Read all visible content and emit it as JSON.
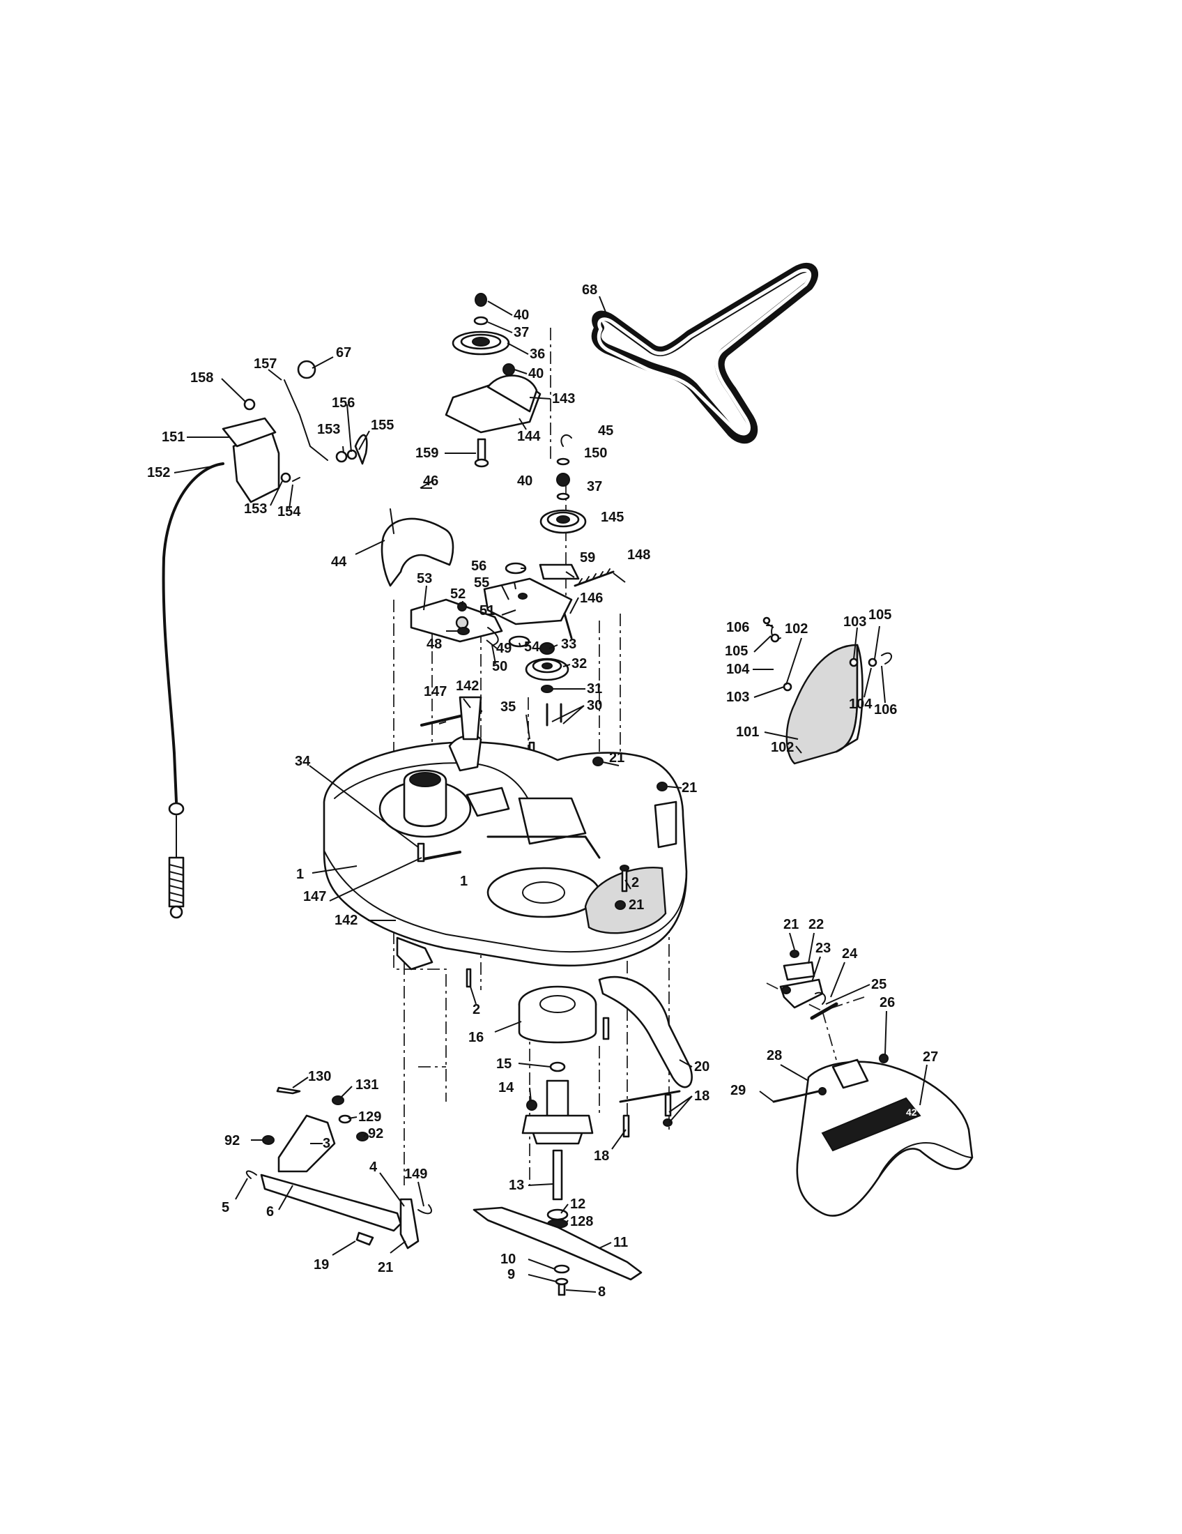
{
  "callouts": [
    {
      "id": "c1",
      "label": "1"
    },
    {
      "id": "c1b",
      "label": "1"
    },
    {
      "id": "c2a",
      "label": "2"
    },
    {
      "id": "c2b",
      "label": "2"
    },
    {
      "id": "c3",
      "label": "3"
    },
    {
      "id": "c4",
      "label": "4"
    },
    {
      "id": "c5",
      "label": "5"
    },
    {
      "id": "c6",
      "label": "6"
    },
    {
      "id": "c8",
      "label": "8"
    },
    {
      "id": "c9",
      "label": "9"
    },
    {
      "id": "c10",
      "label": "10"
    },
    {
      "id": "c11",
      "label": "11"
    },
    {
      "id": "c12",
      "label": "12"
    },
    {
      "id": "c13",
      "label": "13"
    },
    {
      "id": "c14",
      "label": "14"
    },
    {
      "id": "c15",
      "label": "15"
    },
    {
      "id": "c16",
      "label": "16"
    },
    {
      "id": "c18a",
      "label": "18"
    },
    {
      "id": "c18b",
      "label": "18"
    },
    {
      "id": "c19",
      "label": "19"
    },
    {
      "id": "c20",
      "label": "20"
    },
    {
      "id": "c21a",
      "label": "21"
    },
    {
      "id": "c21b",
      "label": "21"
    },
    {
      "id": "c21c",
      "label": "21"
    },
    {
      "id": "c21d",
      "label": "21"
    },
    {
      "id": "c21e",
      "label": "21"
    },
    {
      "id": "c22",
      "label": "22"
    },
    {
      "id": "c23",
      "label": "23"
    },
    {
      "id": "c24",
      "label": "24"
    },
    {
      "id": "c25",
      "label": "25"
    },
    {
      "id": "c26",
      "label": "26"
    },
    {
      "id": "c27",
      "label": "27"
    },
    {
      "id": "c28",
      "label": "28"
    },
    {
      "id": "c29",
      "label": "29"
    },
    {
      "id": "c30",
      "label": "30"
    },
    {
      "id": "c31",
      "label": "31"
    },
    {
      "id": "c32",
      "label": "32"
    },
    {
      "id": "c33",
      "label": "33"
    },
    {
      "id": "c34",
      "label": "34"
    },
    {
      "id": "c35",
      "label": "35"
    },
    {
      "id": "c36",
      "label": "36"
    },
    {
      "id": "c37a",
      "label": "37"
    },
    {
      "id": "c37b",
      "label": "37"
    },
    {
      "id": "c40a",
      "label": "40"
    },
    {
      "id": "c40b",
      "label": "40"
    },
    {
      "id": "c40c",
      "label": "40"
    },
    {
      "id": "c44",
      "label": "44"
    },
    {
      "id": "c45",
      "label": "45"
    },
    {
      "id": "c46",
      "label": "46"
    },
    {
      "id": "c48",
      "label": "48"
    },
    {
      "id": "c49",
      "label": "49"
    },
    {
      "id": "c50",
      "label": "50"
    },
    {
      "id": "c51",
      "label": "51"
    },
    {
      "id": "c52",
      "label": "52"
    },
    {
      "id": "c53",
      "label": "53"
    },
    {
      "id": "c54",
      "label": "54"
    },
    {
      "id": "c55",
      "label": "55"
    },
    {
      "id": "c56",
      "label": "56"
    },
    {
      "id": "c59",
      "label": "59"
    },
    {
      "id": "c67",
      "label": "67"
    },
    {
      "id": "c68",
      "label": "68"
    },
    {
      "id": "c92a",
      "label": "92"
    },
    {
      "id": "c92b",
      "label": "92"
    },
    {
      "id": "c101",
      "label": "101"
    },
    {
      "id": "c102a",
      "label": "102"
    },
    {
      "id": "c102b",
      "label": "102"
    },
    {
      "id": "c103a",
      "label": "103"
    },
    {
      "id": "c103b",
      "label": "103"
    },
    {
      "id": "c104a",
      "label": "104"
    },
    {
      "id": "c104b",
      "label": "104"
    },
    {
      "id": "c105a",
      "label": "105"
    },
    {
      "id": "c105b",
      "label": "105"
    },
    {
      "id": "c106a",
      "label": "106"
    },
    {
      "id": "c106b",
      "label": "106"
    },
    {
      "id": "c128",
      "label": "128"
    },
    {
      "id": "c129",
      "label": "129"
    },
    {
      "id": "c130",
      "label": "130"
    },
    {
      "id": "c131",
      "label": "131"
    },
    {
      "id": "c142a",
      "label": "142"
    },
    {
      "id": "c142b",
      "label": "142"
    },
    {
      "id": "c143",
      "label": "143"
    },
    {
      "id": "c144",
      "label": "144"
    },
    {
      "id": "c145",
      "label": "145"
    },
    {
      "id": "c146",
      "label": "146"
    },
    {
      "id": "c147a",
      "label": "147"
    },
    {
      "id": "c147b",
      "label": "147"
    },
    {
      "id": "c148",
      "label": "148"
    },
    {
      "id": "c149",
      "label": "149"
    },
    {
      "id": "c150",
      "label": "150"
    },
    {
      "id": "c151",
      "label": "151"
    },
    {
      "id": "c152",
      "label": "152"
    },
    {
      "id": "c153a",
      "label": "153"
    },
    {
      "id": "c153b",
      "label": "153"
    },
    {
      "id": "c154",
      "label": "154"
    },
    {
      "id": "c155",
      "label": "155"
    },
    {
      "id": "c156",
      "label": "156"
    },
    {
      "id": "c157",
      "label": "157"
    },
    {
      "id": "c158",
      "label": "158"
    },
    {
      "id": "c159",
      "label": "159"
    }
  ],
  "chute_decal": "42"
}
